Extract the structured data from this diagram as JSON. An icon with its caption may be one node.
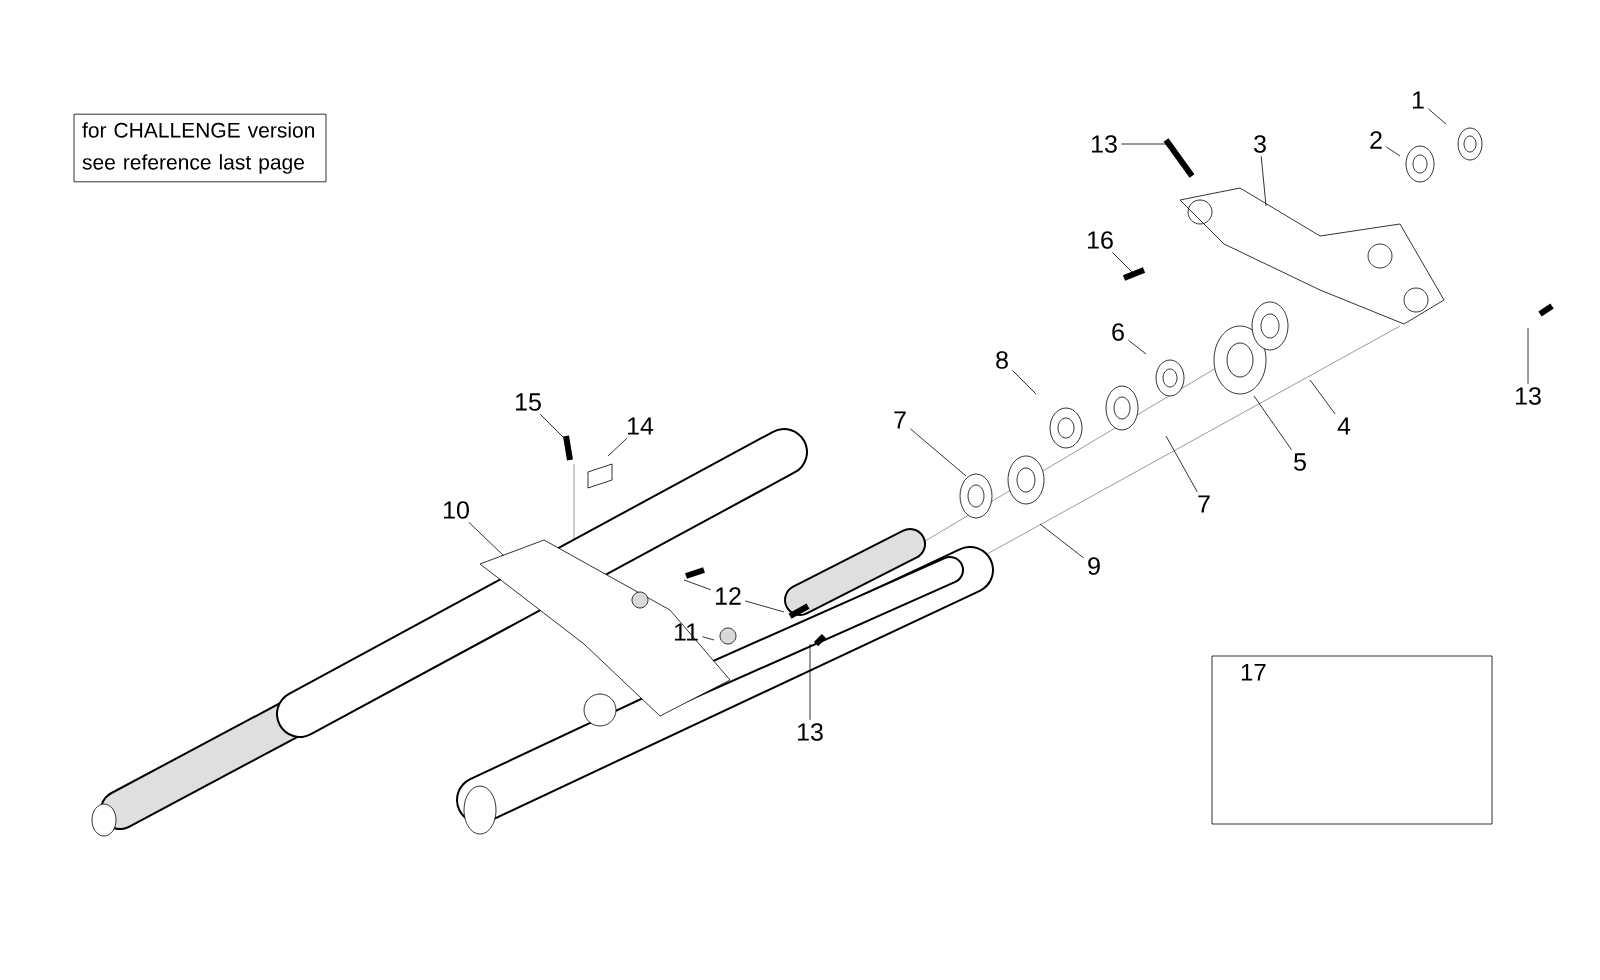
{
  "diagram": {
    "nodes": [
      {
        "text": [
          "for CHALLENGE version see reference last page"
        ]
      },
      {
        "text": [
          "13"
        ]
      },
      {
        "text": [
          "3"
        ]
      },
      {
        "text": [
          "2"
        ]
      },
      {
        "text": [
          "1"
        ]
      },
      {
        "text": [
          "16"
        ]
      },
      {
        "text": [
          "6"
        ]
      },
      {
        "text": [
          "8"
        ]
      },
      {
        "text": [
          "13"
        ]
      },
      {
        "text": [
          "15"
        ]
      },
      {
        "text": [
          "14"
        ]
      },
      {
        "text": [
          "7"
        ]
      },
      {
        "text": [
          "4"
        ]
      },
      {
        "text": [
          "5"
        ]
      },
      {
        "text": [
          "7"
        ]
      },
      {
        "text": [
          "10"
        ]
      },
      {
        "text": [
          "9"
        ]
      },
      {
        "text": [
          "12"
        ]
      },
      {
        "text": [
          "11"
        ]
      },
      {
        "text": [
          "17"
        ]
      },
      {
        "text": [
          "13"
        ]
      }
    ],
    "edges": [
      {
        "from": 1,
        "to": null,
        "arrow": "none"
      },
      {
        "from": 2,
        "to": null,
        "arrow": "none"
      },
      {
        "from": 3,
        "to": null,
        "arrow": "none"
      },
      {
        "from": 4,
        "to": null,
        "arrow": "none"
      },
      {
        "from": 5,
        "to": null,
        "arrow": "none"
      },
      {
        "from": 6,
        "to": null,
        "arrow": "none"
      },
      {
        "from": 7,
        "to": null,
        "arrow": "none"
      },
      {
        "from": 8,
        "to": null,
        "arrow": "none"
      },
      {
        "from": 9,
        "to": null,
        "arrow": "none"
      },
      {
        "from": 10,
        "to": null,
        "arrow": "none"
      },
      {
        "from": 11,
        "to": null,
        "arrow": "none"
      },
      {
        "from": 12,
        "to": null,
        "arrow": "none"
      },
      {
        "from": 13,
        "to": null,
        "arrow": "none"
      },
      {
        "from": 14,
        "to": null,
        "arrow": "none"
      },
      {
        "from": 15,
        "to": null,
        "arrow": "none"
      },
      {
        "from": 16,
        "to": null,
        "arrow": "none"
      },
      {
        "from": 17,
        "to": null,
        "arrow": "none"
      },
      {
        "from": 17,
        "to": null,
        "arrow": "none"
      },
      {
        "from": 18,
        "to": null,
        "arrow": "none"
      },
      {
        "from": 20,
        "to": null,
        "arrow": "none"
      }
    ]
  }
}
